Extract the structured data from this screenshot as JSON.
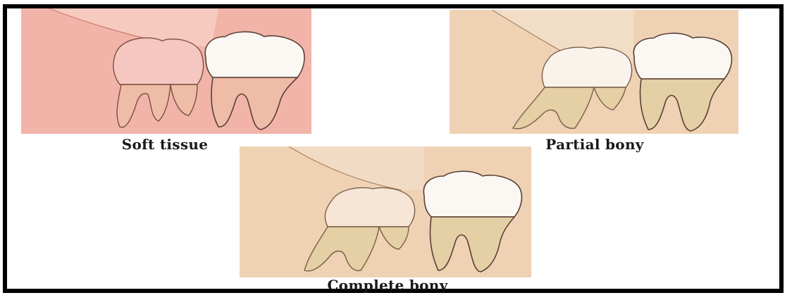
{
  "figure": {
    "panels": [
      {
        "id": "soft",
        "caption": "Soft tissue",
        "bg_color": "#f2b4a8",
        "tissue_color": "#f7cfc6",
        "crown_color": "#f6c6c0"
      },
      {
        "id": "partial",
        "caption": "Partial bony",
        "bg_color": "#efd2b4",
        "tissue_color": "#f4e1cf",
        "crown_color": "#f9f3ec"
      },
      {
        "id": "complete",
        "caption": "Complete bony",
        "bg_color": "#efd2b4",
        "tissue_color": "#f4e1cf",
        "crown_color": "#f7e6d6"
      }
    ],
    "colors": {
      "frame": "#000000",
      "outline": "#6a4e40",
      "enamel": "#fbf8f4",
      "root_soft": "#efbca8",
      "root_bony": "#e5cfa5"
    }
  }
}
